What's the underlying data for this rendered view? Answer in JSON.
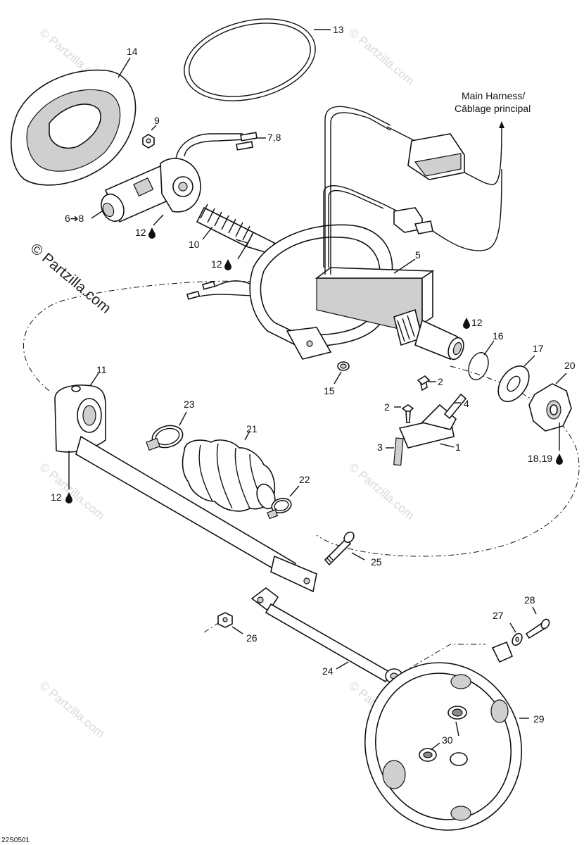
{
  "watermark": {
    "main": "© Partzilla.com",
    "faint": "© Partzilla.com"
  },
  "harness_label": {
    "line1": "Main Harness/",
    "line2": "Câblage principal"
  },
  "drawing_code": "22S0501",
  "callouts": {
    "c1": "1",
    "c2a": "2",
    "c2b": "2",
    "c3": "3",
    "c4": "4",
    "c5": "5",
    "c6": "6➔8",
    "c7": "7,8",
    "c9": "9",
    "c10": "10",
    "c11": "11",
    "c12a": "12",
    "c12b": "12",
    "c12c": "12",
    "c12d": "12",
    "c13": "13",
    "c14": "14",
    "c15": "15",
    "c16": "16",
    "c17": "17",
    "c18": "18,19",
    "c20": "20",
    "c21": "21",
    "c22": "22",
    "c23": "23",
    "c24": "24",
    "c25": "25",
    "c26": "26",
    "c27": "27",
    "c28": "28",
    "c29": "29",
    "c30": "30"
  },
  "icons": {
    "lubricant": "drop-icon"
  }
}
